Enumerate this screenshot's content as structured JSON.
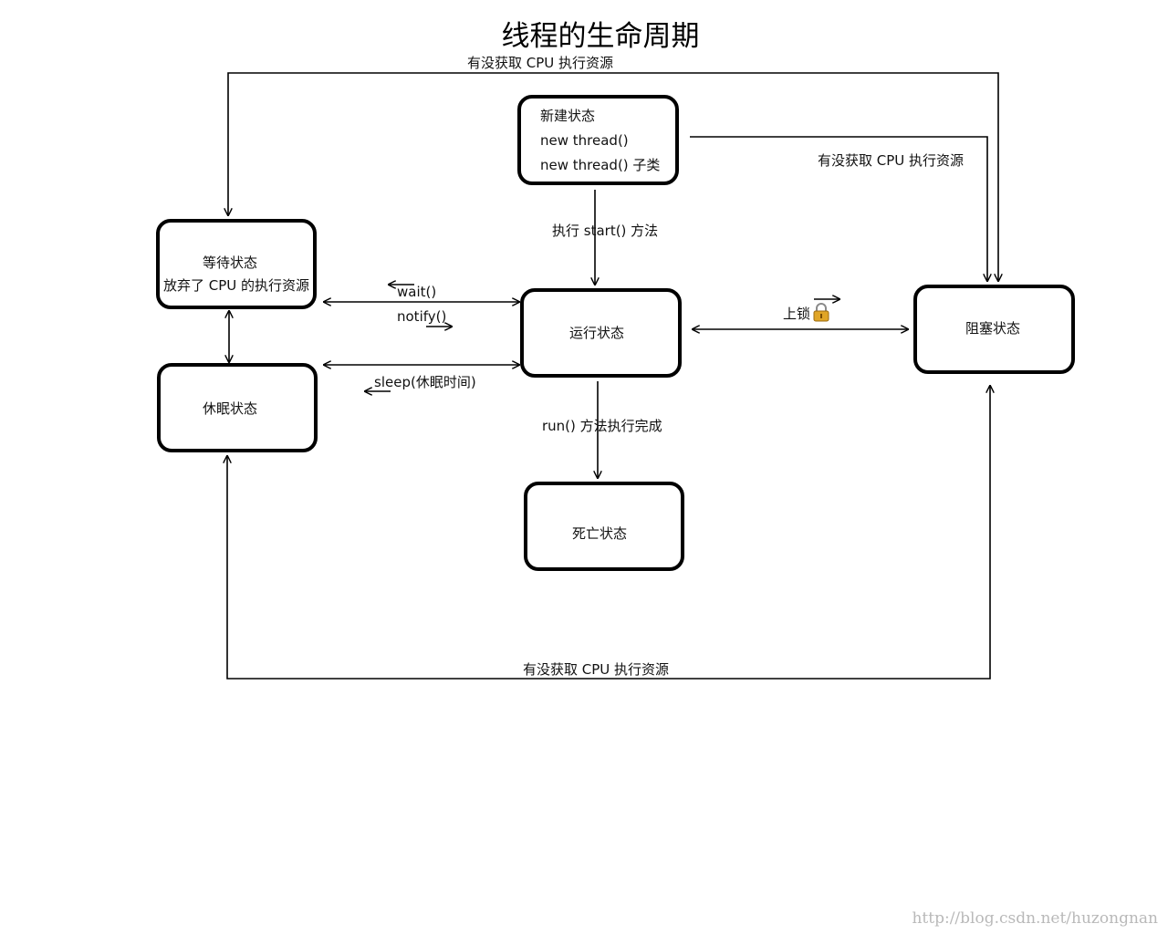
{
  "title": "线程的生命周期",
  "nodes": {
    "new": {
      "lines": [
        "新建状态",
        "new thread()",
        "new thread() 子类"
      ]
    },
    "waiting": {
      "lines": [
        "等待状态",
        "放弃了 CPU 的执行资源"
      ]
    },
    "running": {
      "lines": [
        "运行状态"
      ]
    },
    "blocked": {
      "lines": [
        "阻塞状态"
      ]
    },
    "sleeping": {
      "lines": [
        "休眠状态"
      ]
    },
    "dead": {
      "lines": [
        "死亡状态"
      ]
    }
  },
  "edges": {
    "top_loop": "有没获取 CPU 执行资源",
    "new_to_blocked": "有没获取 CPU 执行资源",
    "start": "执行 start() 方法",
    "wait": "wait()",
    "notify": "notify()",
    "sleep": "sleep(休眠时间)",
    "lock": "上锁",
    "run_complete": "run() 方法执行完成",
    "bottom_loop": "有没获取 CPU 执行资源"
  },
  "icons": {
    "lock": "lock-icon"
  },
  "watermark": "http://blog.csdn.net/huzongnan"
}
